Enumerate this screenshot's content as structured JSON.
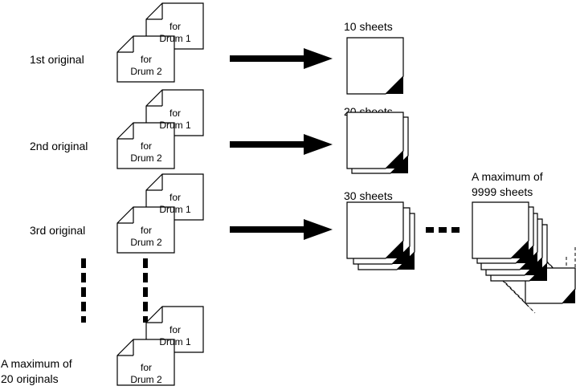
{
  "rows": [
    {
      "original_label": "1st original",
      "sheets_label": "10 sheets",
      "drum1_line1": "for",
      "drum1_line2": "Drum 1",
      "drum2_line1": "for",
      "drum2_line2": "Drum 2"
    },
    {
      "original_label": "2nd original",
      "sheets_label": "20 sheets",
      "drum1_line1": "for",
      "drum1_line2": "Drum 1",
      "drum2_line1": "for",
      "drum2_line2": "Drum 2"
    },
    {
      "original_label": "3rd original",
      "sheets_label": "30 sheets",
      "drum1_line1": "for",
      "drum1_line2": "Drum 1",
      "drum2_line1": "for",
      "drum2_line2": "Drum 2"
    },
    {
      "original_label_line1": "A maximum of",
      "original_label_line2": "20 originals",
      "drum1_line1": "for",
      "drum1_line2": "Drum 1",
      "drum2_line1": "for",
      "drum2_line2": "Drum 2"
    }
  ],
  "max_sheets_line1": "A maximum of",
  "max_sheets_line2": "9999 sheets"
}
